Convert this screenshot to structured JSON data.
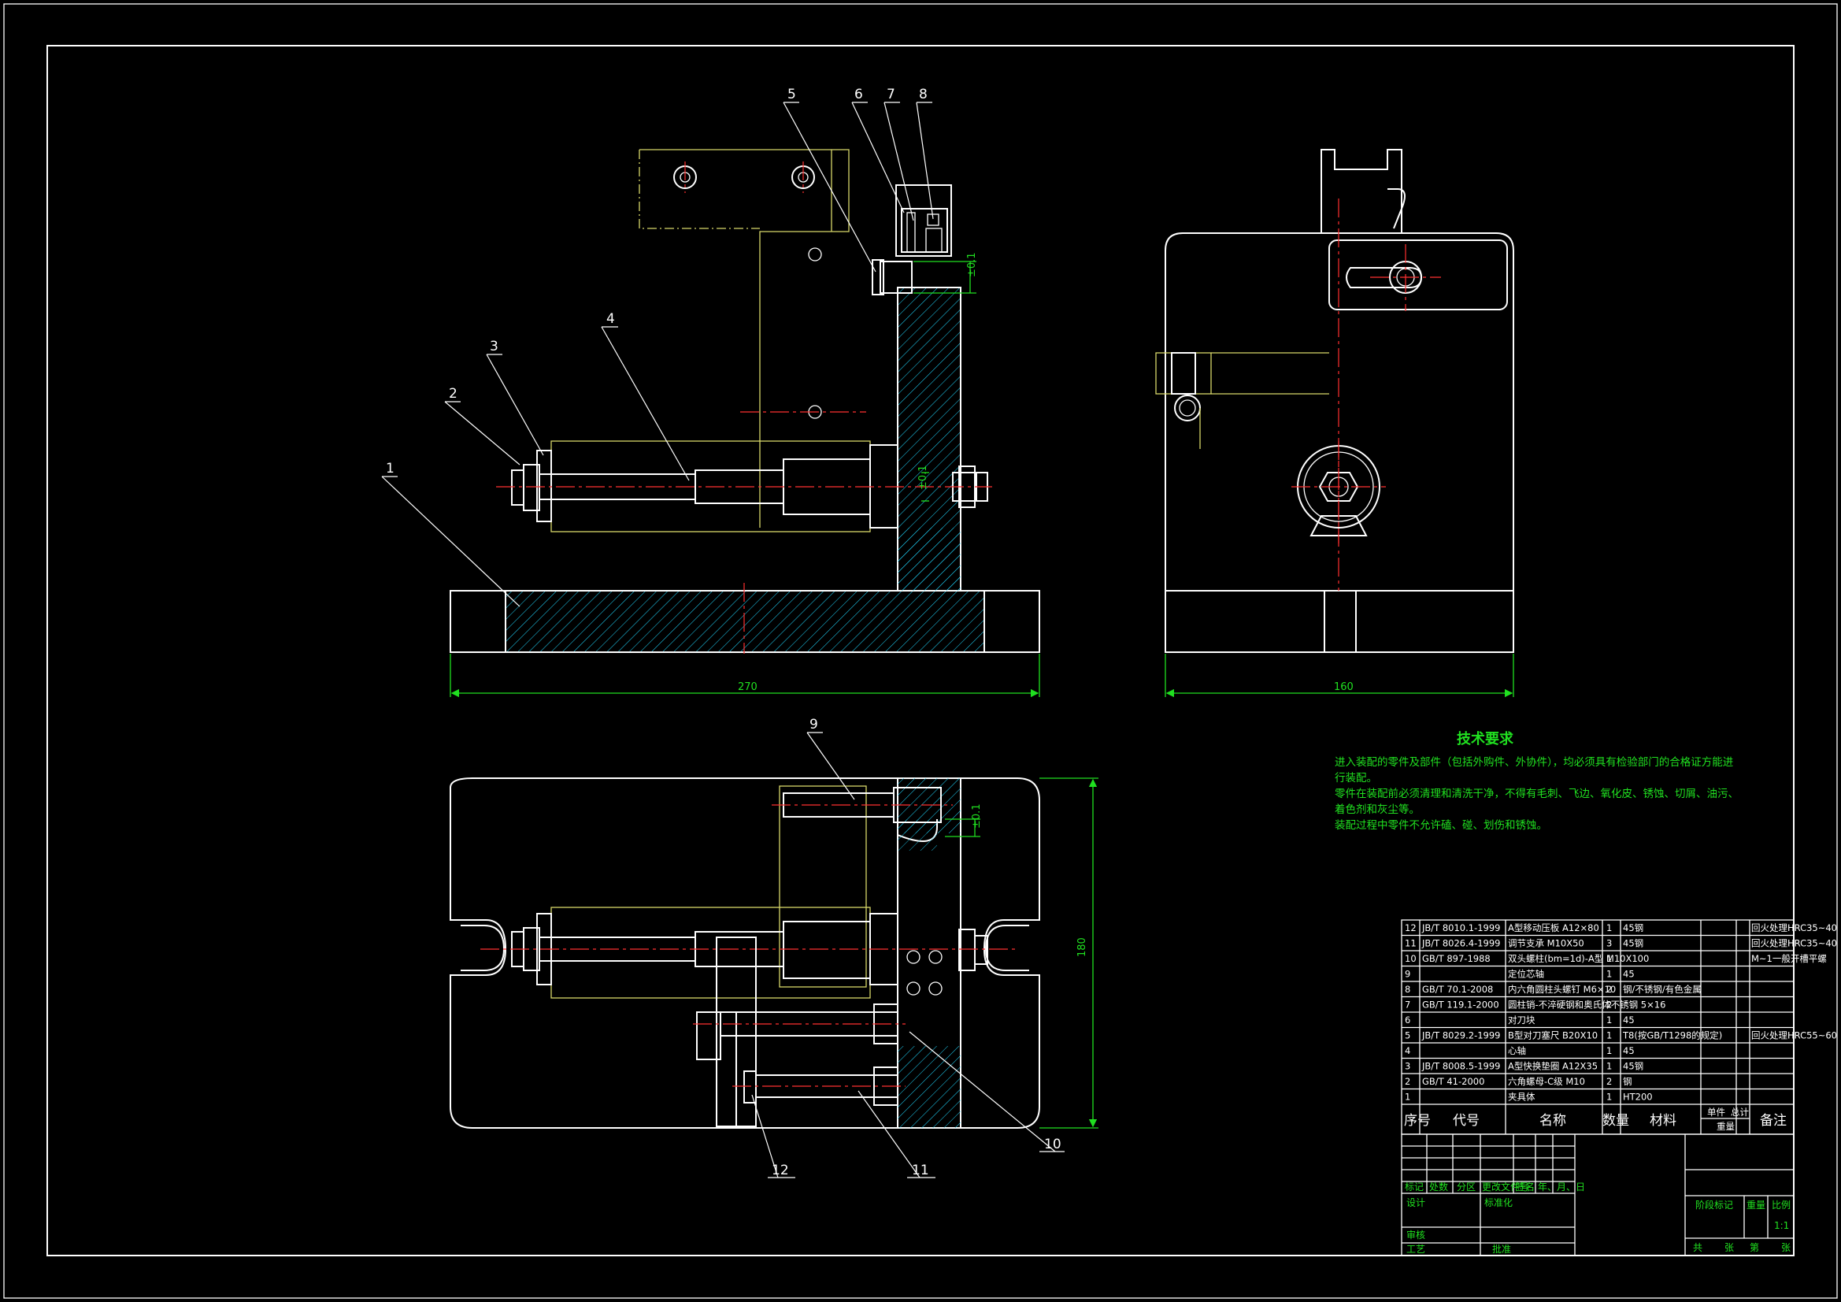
{
  "balloons": [
    "1",
    "2",
    "3",
    "4",
    "5",
    "6",
    "7",
    "8",
    "9",
    "10",
    "11",
    "12"
  ],
  "dimensions": {
    "front_width": "270",
    "side_width": "160",
    "top_height": "180",
    "small_a": "±0.1",
    "small_b": "±0.1",
    "small_c": "±0.1"
  },
  "tech_requirements": {
    "title": "技术要求",
    "lines": [
      "进入装配的零件及部件（包括外购件、外协件），均必须具有检验部门的合格证方能进",
      "行装配。",
      "零件在装配前必须清理和清洗干净，不得有毛刺、飞边、氧化皮、锈蚀、切屑、油污、",
      "着色剂和灰尘等。",
      "装配过程中零件不允许磕、碰、划伤和锈蚀。"
    ]
  },
  "bom": {
    "rows": [
      {
        "no": "12",
        "code": "JB/T 8010.1-1999",
        "name": "A型移动压板 A12×80",
        "qty": "1",
        "material": "45钢",
        "remark": "回火处理HRC35~40"
      },
      {
        "no": "11",
        "code": "JB/T 8026.4-1999",
        "name": "调节支承 M10X50",
        "qty": "3",
        "material": "45钢",
        "remark": "回火处理HRC35~40"
      },
      {
        "no": "10",
        "code": "GB/T 897-1988",
        "name": "双头螺柱(bm=1d)-A型 M10X100",
        "qty": "1",
        "material": "",
        "remark": "M~1一般开槽平螺"
      },
      {
        "no": "9",
        "code": "",
        "name": "定位芯轴",
        "qty": "1",
        "material": "45",
        "remark": ""
      },
      {
        "no": "8",
        "code": "GB/T 70.1-2008",
        "name": "内六角圆柱头螺钉 M6×10",
        "qty": "2",
        "material": "钢/不锈钢/有色金属",
        "remark": ""
      },
      {
        "no": "7",
        "code": "GB/T 119.1-2000",
        "name": "圆柱销-不淬硬钢和奥氏体不锈钢 5×16",
        "qty": "2",
        "material": "",
        "remark": ""
      },
      {
        "no": "6",
        "code": "",
        "name": "对刀块",
        "qty": "1",
        "material": "45",
        "remark": ""
      },
      {
        "no": "5",
        "code": "JB/T 8029.2-1999",
        "name": "B型对刀塞尺 B20X10",
        "qty": "1",
        "material": "T8(按GB/T1298的规定)",
        "remark": "回火处理HRC55~60"
      },
      {
        "no": "4",
        "code": "",
        "name": "心轴",
        "qty": "1",
        "material": "45",
        "remark": ""
      },
      {
        "no": "3",
        "code": "JB/T 8008.5-1999",
        "name": "A型快换垫圈 A12X35",
        "qty": "1",
        "material": "45钢",
        "remark": ""
      },
      {
        "no": "2",
        "code": "GB/T 41-2000",
        "name": "六角螺母-C级 M10",
        "qty": "2",
        "material": "钢",
        "remark": ""
      },
      {
        "no": "1",
        "code": "",
        "name": "夹具体",
        "qty": "1",
        "material": "HT200",
        "remark": ""
      }
    ],
    "header": {
      "no": "序号",
      "code": "代号",
      "name": "名称",
      "qty": "数量",
      "material": "材料",
      "unit": "单件",
      "total": "总计",
      "weight": "重量",
      "remark": "备注"
    }
  },
  "title_block": {
    "mark": "标记",
    "count": "处数",
    "zone": "分区",
    "change_doc": "更改文件号",
    "sign": "签名",
    "date": "年、月、日",
    "design": "设计",
    "standardize": "标准化",
    "review": "审核",
    "process": "工艺",
    "approve": "批准",
    "stage_mark": "阶段标记",
    "weight": "重量",
    "scale": "比例",
    "scale_value": "1:1",
    "sheets_total": "共",
    "sheets_unit": "张",
    "sheet_no": "第",
    "sheet_unit2": "张"
  },
  "colors": {
    "outline": "#ffffff",
    "hidden": "#d8d86a",
    "center": "#ff3030",
    "dimension": "#20e020",
    "hatch": "#20d8ff"
  }
}
